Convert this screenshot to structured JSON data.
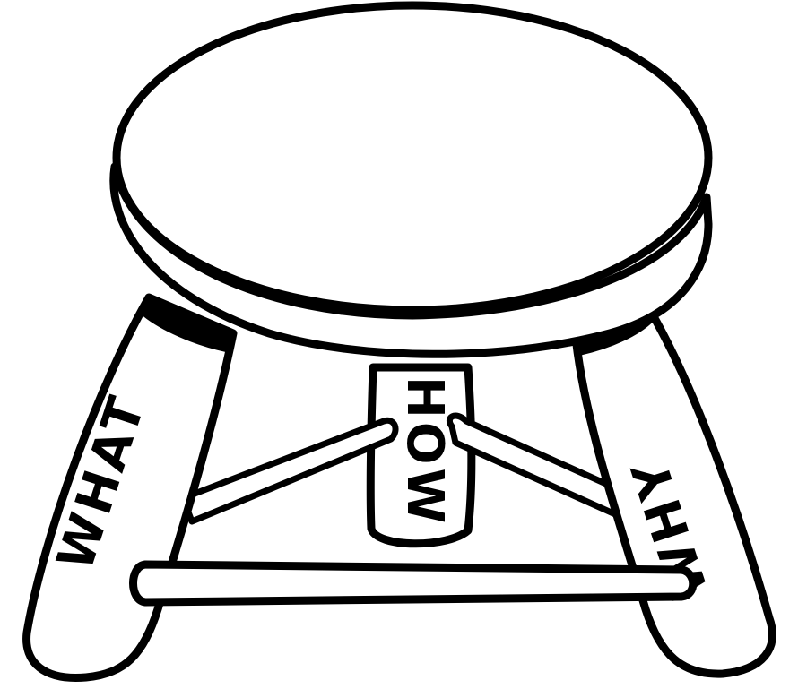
{
  "stool": {
    "legs": {
      "left": {
        "label": "WHAT"
      },
      "middle": {
        "label": "HOW"
      },
      "right": {
        "label": "WHY"
      }
    }
  },
  "colors": {
    "ink": "#000000",
    "paper": "#ffffff"
  }
}
